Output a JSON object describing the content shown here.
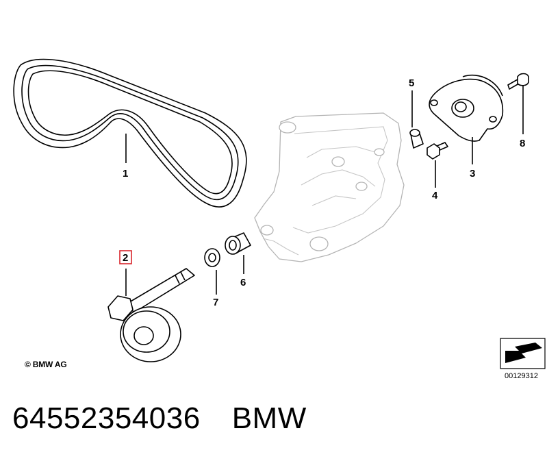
{
  "diagram": {
    "callouts": [
      {
        "id": "1",
        "label": "1"
      },
      {
        "id": "2",
        "label": "2",
        "highlighted": true
      },
      {
        "id": "3",
        "label": "3"
      },
      {
        "id": "4",
        "label": "4"
      },
      {
        "id": "5",
        "label": "5"
      },
      {
        "id": "6",
        "label": "6"
      },
      {
        "id": "7",
        "label": "7"
      },
      {
        "id": "8",
        "label": "8"
      }
    ],
    "copyright": "© BMW AG",
    "diagram_number": "00129312",
    "highlight_color": "#d9262c"
  },
  "footer": {
    "part_number": "64552354036",
    "brand": "BMW"
  }
}
